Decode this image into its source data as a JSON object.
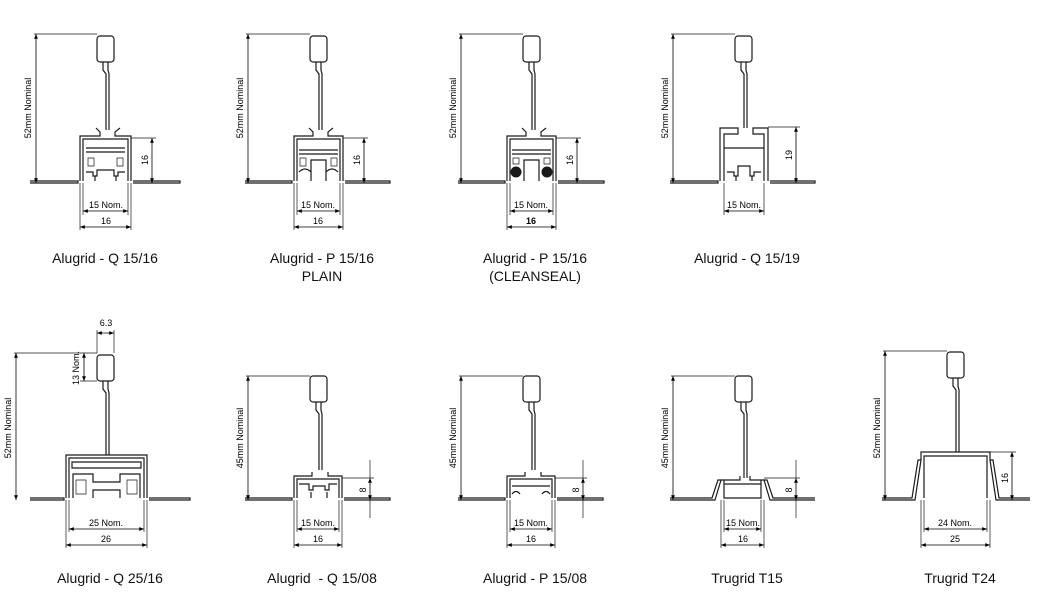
{
  "profiles": [
    {
      "name": "Alugrid - Q 15/16",
      "name2": "",
      "height": "52mm Nominal",
      "side": "16",
      "inner": "15 Nom.",
      "width": "16"
    },
    {
      "name": "Alugrid - P 15/16",
      "name2": "PLAIN",
      "height": "52mm Nominal",
      "side": "16",
      "inner": "15 Nom.",
      "width": "16"
    },
    {
      "name": "Alugrid - P 15/16",
      "name2": "(CLEANSEAL)",
      "height": "52mm Nominal",
      "side": "16",
      "inner": "15 Nom.",
      "width": "16"
    },
    {
      "name": "Alugrid - Q 15/19",
      "name2": "",
      "height": "52mm Nominal",
      "side": "19",
      "inner": "15 Nom.",
      "width": ""
    },
    {
      "name": "Alugrid - Q 25/16",
      "name2": "",
      "height": "52mm Nominal",
      "side": "",
      "inner": "25 Nom.",
      "width": "26",
      "top_width": "6.3",
      "top_height": "13 Nom."
    },
    {
      "name": "Alugrid  - Q 15/08",
      "name2": "",
      "height": "45mm Nominal",
      "side": "8",
      "inner": "15 Nom.",
      "width": "16"
    },
    {
      "name": "Alugrid - P 15/08",
      "name2": "",
      "height": "45mm Nominal",
      "side": "8",
      "inner": "15 Nom.",
      "width": "16"
    },
    {
      "name": "Trugrid T15",
      "name2": "",
      "height": "45mm Nominal",
      "side": "8",
      "inner": "15 Nom.",
      "width": "16"
    },
    {
      "name": "Trugrid T24",
      "name2": "",
      "height": "52mm Nominal",
      "side": "16",
      "inner": "24 Nom.",
      "width": "25"
    }
  ]
}
